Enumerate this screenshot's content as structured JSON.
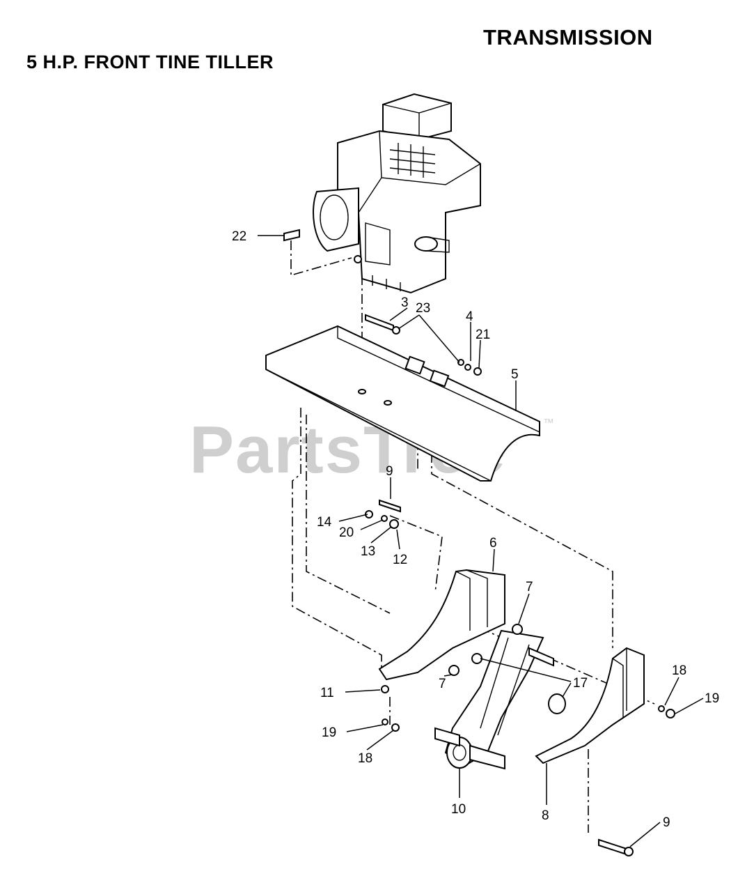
{
  "header": {
    "section_title": "TRANSMISSION",
    "diagram_title": "5 H.P. FRONT TINE TILLER"
  },
  "watermark": {
    "text": "PartsTree",
    "mark": "™"
  },
  "callouts": [
    {
      "id": "c22",
      "label": "22"
    },
    {
      "id": "c3",
      "label": "3"
    },
    {
      "id": "c23",
      "label": "23"
    },
    {
      "id": "c4",
      "label": "4"
    },
    {
      "id": "c21",
      "label": "21"
    },
    {
      "id": "c5",
      "label": "5"
    },
    {
      "id": "c9a",
      "label": "9"
    },
    {
      "id": "c14",
      "label": "14"
    },
    {
      "id": "c20",
      "label": "20"
    },
    {
      "id": "c13",
      "label": "13"
    },
    {
      "id": "c12",
      "label": "12"
    },
    {
      "id": "c6",
      "label": "6"
    },
    {
      "id": "c7a",
      "label": "7"
    },
    {
      "id": "c17",
      "label": "17"
    },
    {
      "id": "c7b",
      "label": "7"
    },
    {
      "id": "c18a",
      "label": "18"
    },
    {
      "id": "c19a",
      "label": "19"
    },
    {
      "id": "c11",
      "label": "11"
    },
    {
      "id": "c19b",
      "label": "19"
    },
    {
      "id": "c18b",
      "label": "18"
    },
    {
      "id": "c10",
      "label": "10"
    },
    {
      "id": "c8",
      "label": "8"
    },
    {
      "id": "c9b",
      "label": "9"
    }
  ]
}
